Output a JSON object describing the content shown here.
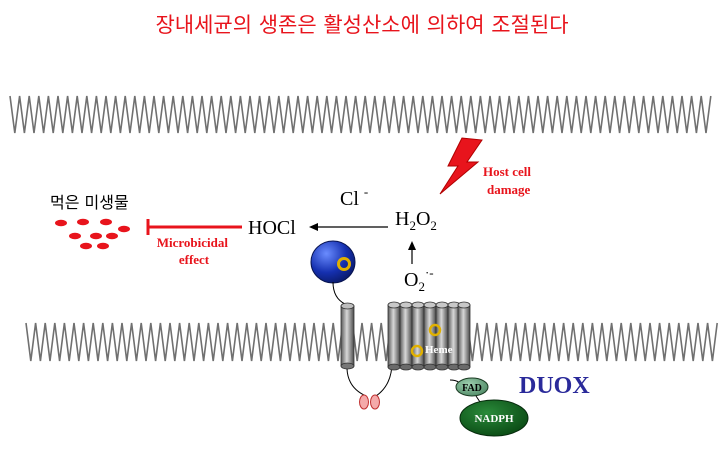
{
  "title": "장내세균의 생존은 활성산소에 의하여 조절된다",
  "labels": {
    "ingested_microbes": "먹은 미생물",
    "cl": "Cl",
    "cl_charge": "-",
    "hocl": "HOCl",
    "h2o2_h": "H",
    "h2o2_2a": "2",
    "h2o2_o": "O",
    "h2o2_2b": "2",
    "o2_o": "O",
    "o2_2": "2",
    "o2_charge": "·-",
    "microbicidal_line1": "Microbicidal",
    "microbicidal_line2": "effect",
    "host_line1": "Host cell",
    "host_line2": "damage",
    "heme": "Heme",
    "fad": "FAD",
    "nadph": "NADPH",
    "duox": "DUOX"
  },
  "colors": {
    "title": "#e8141c",
    "red_label": "#e8141c",
    "membrane": "#707070",
    "duox": "#2a2a9a",
    "nadph": "#0d5a1c",
    "fad": "#5f9e76",
    "sphere": "#1530b0",
    "heme_ring": "#e0b000"
  },
  "icons": [
    "lightning-bolt-icon",
    "inhibition-arrow-icon"
  ]
}
